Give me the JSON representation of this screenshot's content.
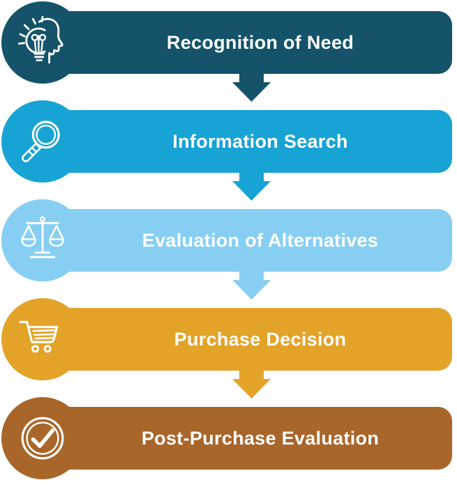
{
  "figure": {
    "type": "process-flow",
    "background": "#ffffff",
    "text_color": "#ffffff",
    "orientation": "vertical",
    "connector": "down-arrow"
  },
  "stages": [
    {
      "label": "Recognition of Need",
      "color": "#14536a",
      "icon": "idea-icon",
      "arrow_below": true
    },
    {
      "label": "Information Search",
      "color": "#17a3d4",
      "icon": "search-icon",
      "arrow_below": true
    },
    {
      "label": "Evaluation of Alternatives",
      "color": "#87cff2",
      "icon": "balance-scale-icon",
      "arrow_below": true
    },
    {
      "label": "Purchase Decision",
      "color": "#e3a328",
      "icon": "cart-icon",
      "arrow_below": true
    },
    {
      "label": "Post-Purchase Evaluation",
      "color": "#a8662b",
      "icon": "check-circle-icon",
      "arrow_below": false
    }
  ]
}
